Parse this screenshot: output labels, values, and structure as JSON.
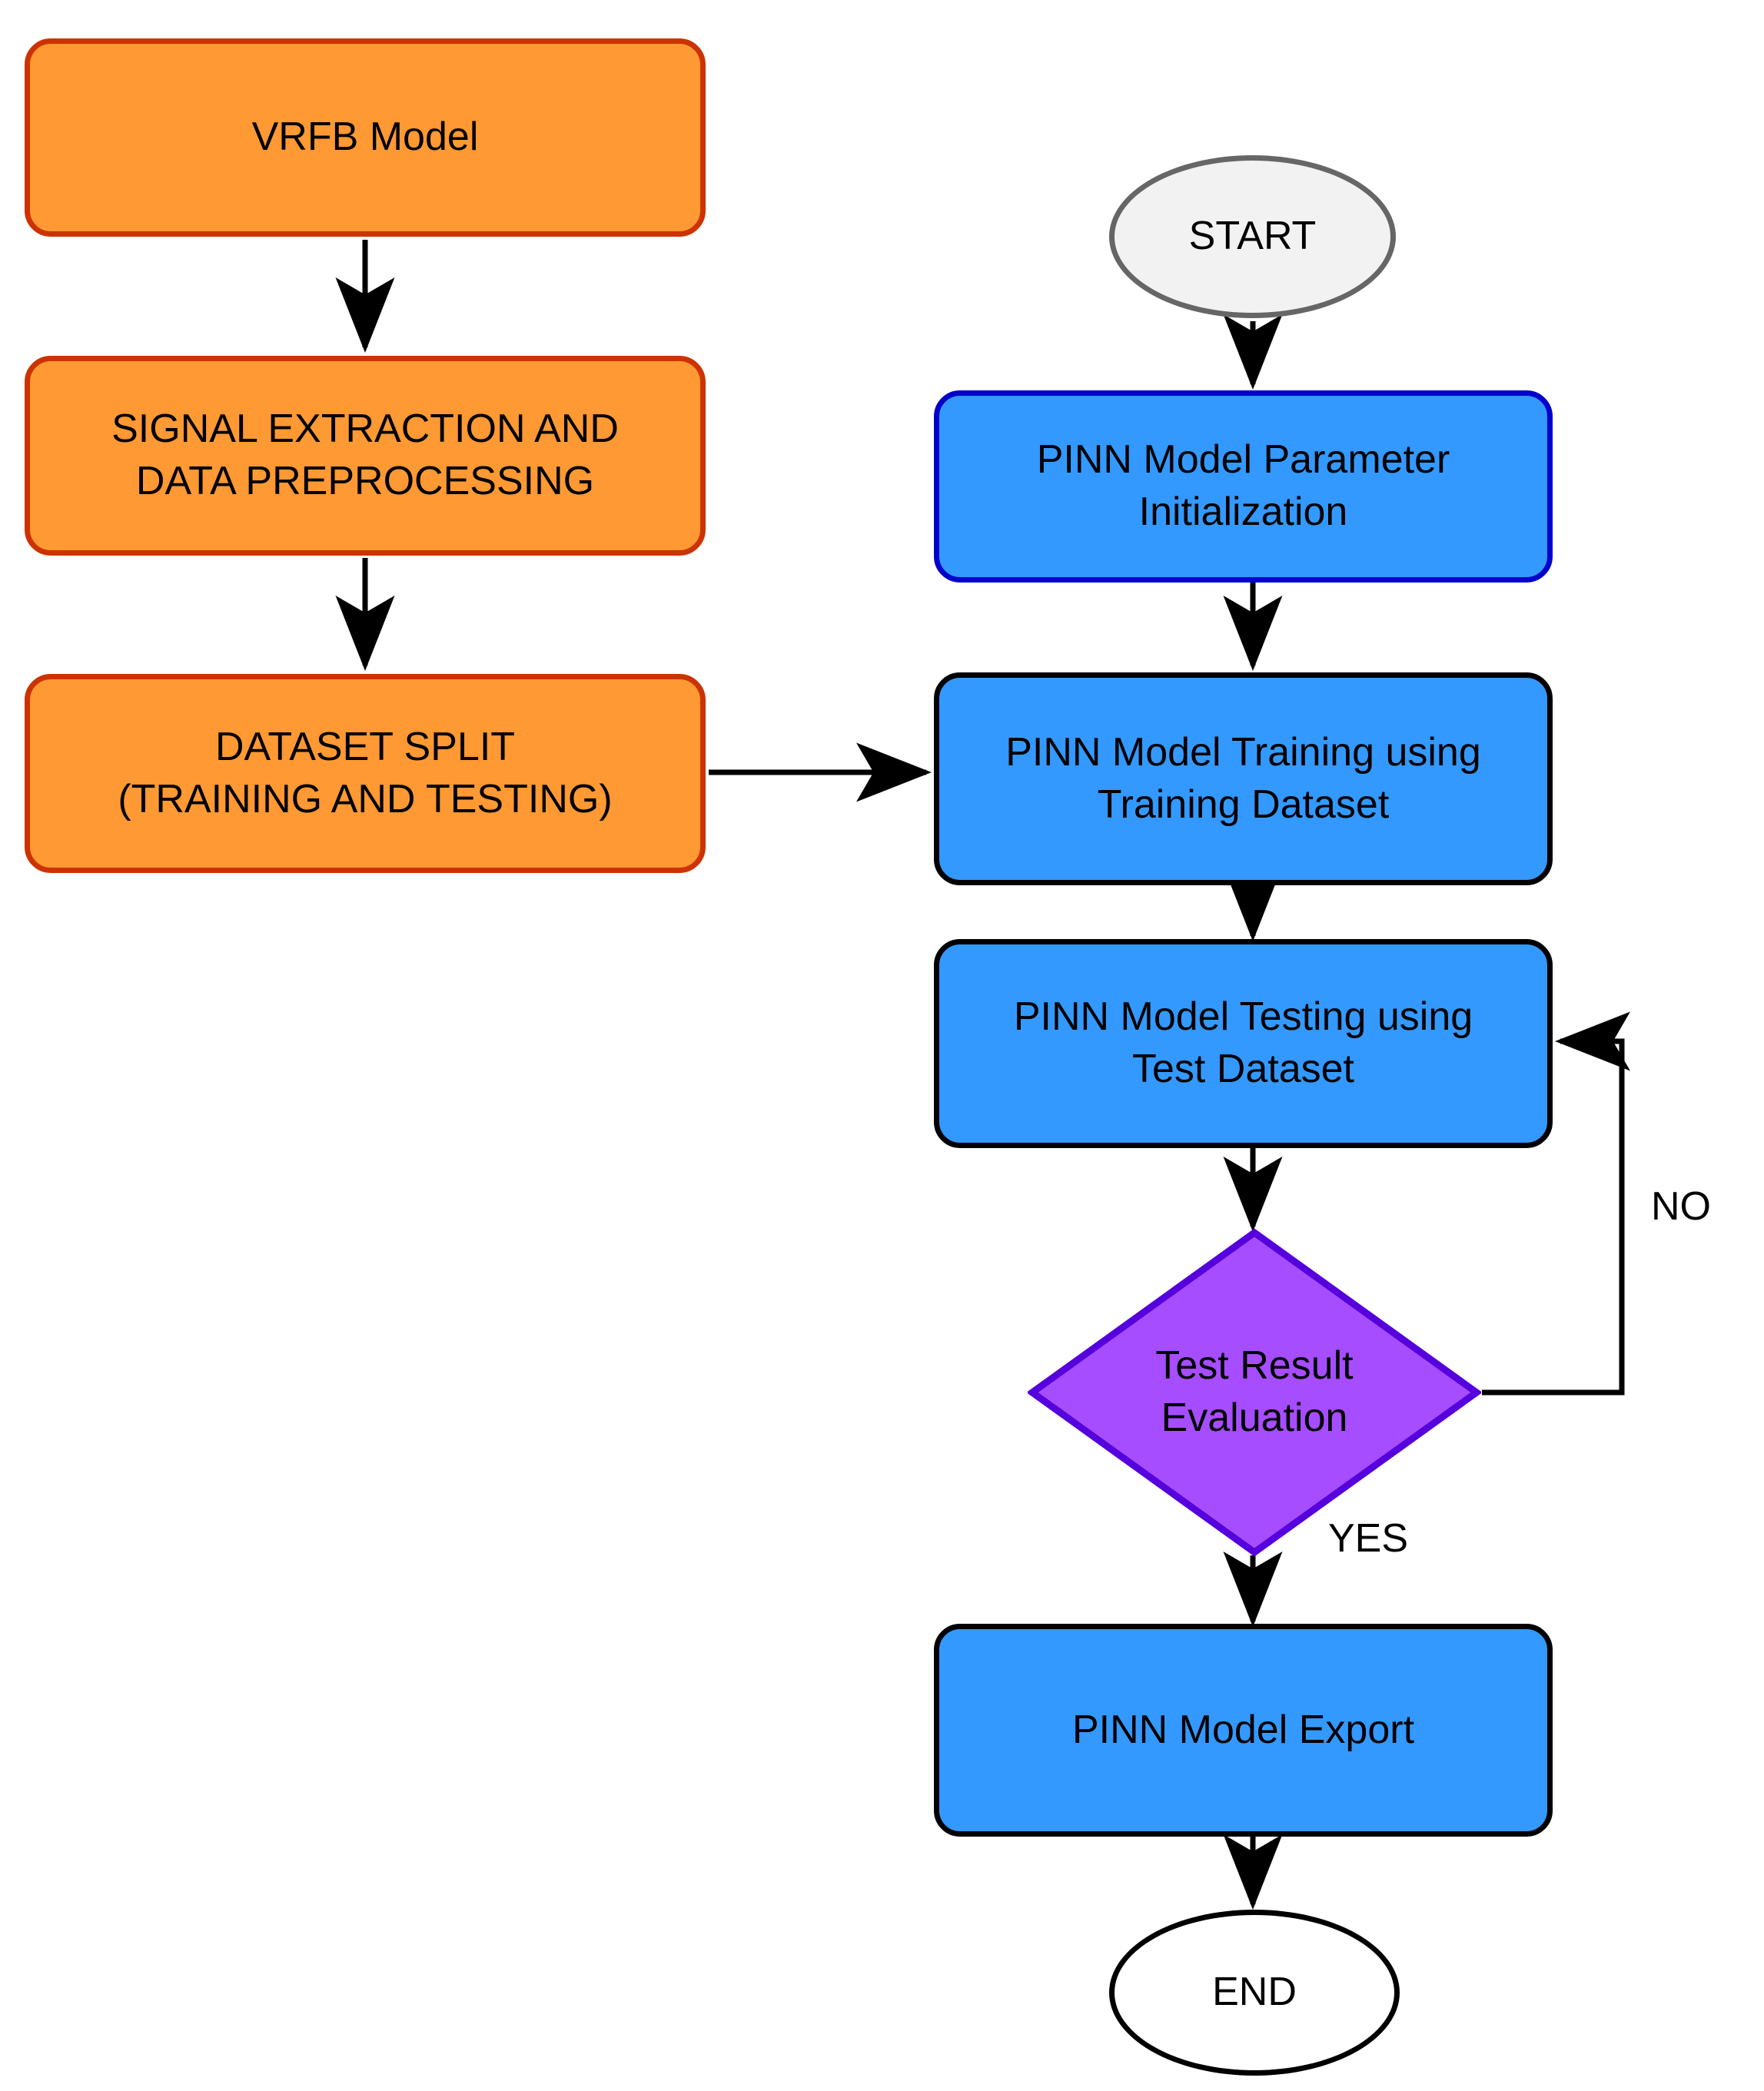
{
  "diagram": {
    "title": "PINN modelling workflow flowchart",
    "background": "#ffffff",
    "colors": {
      "orange_fill": "#FF9933",
      "orange_border": "#CC3300",
      "blue_fill": "#3399FF",
      "blue_border_dark": "#0000CC",
      "blue_border_black": "#000000",
      "decision_fill": "#A64DFF",
      "decision_border": "#5500DD",
      "start_fill": "#F2F2F2",
      "start_border": "#666666",
      "end_fill": "#FFFFFF",
      "end_border": "#000000",
      "edge": "#000000"
    },
    "nodes": {
      "vrfb_model": {
        "label": "VRFB Model",
        "shape": "rounded-rect",
        "group": "data-pipeline"
      },
      "signal_extraction": {
        "label": "SIGNAL EXTRACTION AND\nDATA PREPROCESSING",
        "shape": "rounded-rect",
        "group": "data-pipeline"
      },
      "dataset_split": {
        "label": "DATASET SPLIT\n(TRAINING AND TESTING)",
        "shape": "rounded-rect",
        "group": "data-pipeline"
      },
      "start": {
        "label": "START",
        "shape": "ellipse",
        "group": "terminator"
      },
      "param_init": {
        "label": "PINN Model Parameter\nInitialization",
        "shape": "rounded-rect",
        "group": "pinn-pipeline"
      },
      "model_training": {
        "label": "PINN Model Training using\nTraining Dataset",
        "shape": "rounded-rect",
        "group": "pinn-pipeline"
      },
      "model_testing": {
        "label": "PINN Model Testing using\nTest Dataset",
        "shape": "rounded-rect",
        "group": "pinn-pipeline"
      },
      "test_evaluation": {
        "label": "Test Result\nEvaluation",
        "shape": "diamond",
        "group": "decision"
      },
      "model_export": {
        "label": "PINN Model Export",
        "shape": "rounded-rect",
        "group": "pinn-pipeline"
      },
      "end": {
        "label": "END",
        "shape": "ellipse",
        "group": "terminator"
      }
    },
    "edge_labels": {
      "no": "NO",
      "yes": "YES"
    },
    "edges": [
      {
        "from": "vrfb_model",
        "to": "signal_extraction",
        "label": ""
      },
      {
        "from": "signal_extraction",
        "to": "dataset_split",
        "label": ""
      },
      {
        "from": "dataset_split",
        "to": "model_training",
        "label": ""
      },
      {
        "from": "start",
        "to": "param_init",
        "label": ""
      },
      {
        "from": "param_init",
        "to": "model_training",
        "label": ""
      },
      {
        "from": "model_training",
        "to": "model_testing",
        "label": ""
      },
      {
        "from": "model_testing",
        "to": "test_evaluation",
        "label": ""
      },
      {
        "from": "test_evaluation",
        "to": "model_testing",
        "label": "NO"
      },
      {
        "from": "test_evaluation",
        "to": "model_export",
        "label": "YES"
      },
      {
        "from": "model_export",
        "to": "end",
        "label": ""
      }
    ]
  }
}
